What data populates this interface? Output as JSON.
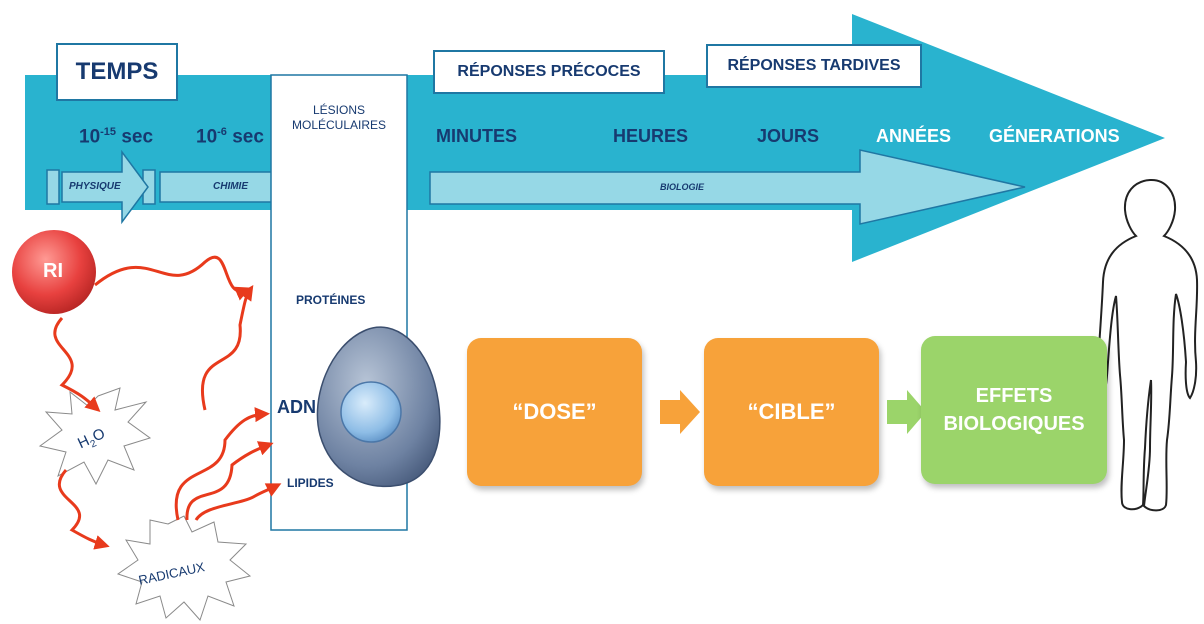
{
  "timeline": {
    "time_label": "TEMPS",
    "early_responses": "RÉPONSES PRÉCOCES",
    "late_responses": "RÉPONSES TARDIVES",
    "t1_base": "10",
    "t1_exp": "-15",
    "t1_unit": "sec",
    "t2_base": "10",
    "t2_exp": "-6",
    "t2_unit": "sec",
    "minutes": "MINUTES",
    "hours": "HEURES",
    "days": "JOURS",
    "years": "ANNÉES",
    "generations": "GÉNERATIONS",
    "phase_physics": "PHYSIQUE",
    "phase_chemistry": "CHIMIE",
    "phase_biology": "BIOLOGIE"
  },
  "lesions": {
    "title_line1": "LÉSIONS",
    "title_line2": "MOLÉCULAIRES",
    "proteins": "PROTÉINES",
    "dna": "ADN",
    "lipids": "LIPIDES"
  },
  "radiation": {
    "source": "RI",
    "water_base": "H",
    "water_sub": "2",
    "water_tail": "O",
    "radicals": "RADICAUX"
  },
  "stages": {
    "dose": "“DOSE”",
    "target": "“CIBLE”",
    "effects_line1": "EFFETS",
    "effects_line2": "BIOLOGIQUES"
  },
  "colors": {
    "timeline": "#29b3cf",
    "phase_bar": "#96d8e6",
    "dark_text": "#173a70",
    "orange": "#f7a23a",
    "green": "#9bd46a",
    "ri_red": "#e8413f",
    "arrow_red": "#e83a1c"
  }
}
